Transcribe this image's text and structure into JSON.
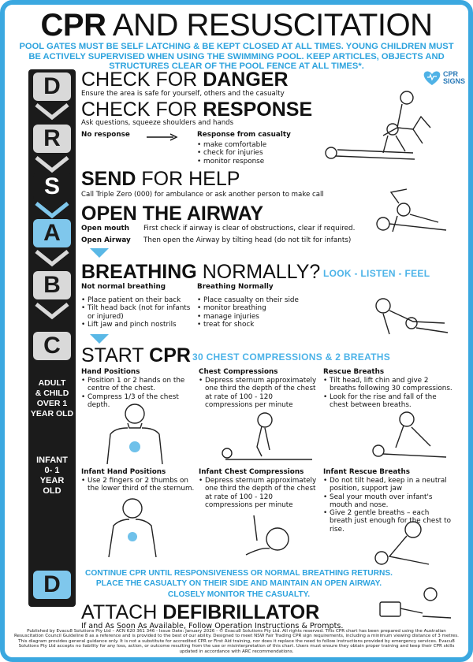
{
  "title": {
    "bold": "CPR",
    "rest": " AND RESUSCITATION"
  },
  "notice": "POOL GATES MUST BE SELF LATCHING & BE KEPT CLOSED AT ALL TIMES. YOUNG CHILDREN MUST BE ACTIVELY SUPERVISED WHEN USING THE SWIMMING POOL. KEEP ARTICLES, OBJECTS AND STRUCTURES CLEAR OF THE POOL FENCE AT ALL TIMES*.",
  "logo": {
    "line1": "CPR",
    "line2": "SIGNS"
  },
  "sidebar": {
    "letters": [
      "D",
      "R",
      "S",
      "A",
      "B",
      "C",
      "D"
    ],
    "adult_band": [
      "ADULT",
      "& CHILD",
      "OVER 1",
      "YEAR OLD"
    ],
    "infant_band": [
      "INFANT",
      "0- 1",
      "YEAR",
      "OLD"
    ]
  },
  "danger": {
    "light": "CHECK FOR ",
    "bold": "DANGER",
    "sub": "Ensure the area is safe for yourself, others and the casualty"
  },
  "response": {
    "light": "CHECK FOR ",
    "bold": "RESPONSE",
    "sub": "Ask questions, squeeze shoulders and hands",
    "no_label": "No response",
    "yes_label": "Response from casualty",
    "yes_items": [
      "make comfortable",
      "check for injuries",
      "monitor response"
    ]
  },
  "send": {
    "bold": "SEND",
    "light": " FOR HELP",
    "sub": "Call Triple Zero (000) for ambulance or ask another person to make call"
  },
  "airway": {
    "title": "OPEN THE AIRWAY",
    "rows": [
      {
        "label": "Open mouth",
        "text": "First check if airway is clear of obstructions, clear if required."
      },
      {
        "label": "Open Airway",
        "text": "Then open the Airway by tilting head (do not tilt for infants)"
      }
    ]
  },
  "breathing": {
    "bold": "BREATHING",
    "light": " NORMALLY?",
    "tag": "LOOK - LISTEN - FEEL",
    "not_label": "Not normal breathing",
    "not_items": [
      "Place patient on their back",
      "Tilt head back (not for infants or injured)",
      "Lift jaw and pinch nostrils"
    ],
    "norm_label": "Breathing Normally",
    "norm_items": [
      "Place casualty on their side",
      "monitor breathing",
      "manage injuries",
      "treat for shock"
    ]
  },
  "cpr": {
    "light": "START ",
    "bold": "CPR",
    "tag": "30 CHEST COMPRESSIONS & 2 BREATHS",
    "adult": [
      {
        "label": "Hand Positions",
        "items": [
          "Position 1 or 2 hands on the centre of the chest.",
          "Compress 1/3 of the chest depth."
        ]
      },
      {
        "label": "Chest Compressions",
        "items": [
          "Depress sternum approximately one third the depth of the chest at rate of 100 - 120 compressions per minute"
        ]
      },
      {
        "label": "Rescue Breaths",
        "items": [
          "Tilt head, lift chin and give 2 breaths following 30 compressions.",
          "Look for the rise and fall of the chest between breaths."
        ]
      }
    ],
    "infant": [
      {
        "label": "Infant Hand Positions",
        "items": [
          "Use 2 fingers or 2 thumbs on the lower third of the sternum."
        ]
      },
      {
        "label": "Infant Chest Compressions",
        "items": [
          "Depress sternum approximately one third the depth of the chest at rate of 100 - 120 compressions per minute"
        ]
      },
      {
        "label": "Infant Rescue Breaths",
        "items": [
          "Do not tilt head, keep in a neutral position, support jaw",
          "Seal your mouth over infant's mouth and nose.",
          "Give 2 gentle breaths – each breath just enough for the chest to rise."
        ]
      }
    ]
  },
  "continue_text": "CONTINUE CPR UNTIL RESPONSIVENESS OR NORMAL BREATHING RETURNS. PLACE THE CASUALTY ON THEIR SIDE AND MAINTAIN AN OPEN AIRWAY. CLOSELY MONITOR THE CASUALTY.",
  "defib": {
    "light": "ATTACH ",
    "bold": "DEFIBRILLATOR",
    "sub": "If and As Soon As Available, Follow Operation Instructions & Prompts."
  },
  "fine_print": "Published by Evacu8 Solutions Pty Ltd – ACN 620 361 346 - Issue Date: January 2026 - © Evacu8 Solutions Pty Ltd. All rights reserved. This CPR chart has been prepared using the Australian Resuscitation Council Guideline 8 as a reference and is provided to the best of our ability. Designed to meet NSW Fair Trading CPR sign requirements, including a minimum viewing distance of 3 metres. This diagram provides general guidance only. It is not a substitute for accredited CPR or First Aid training, nor does it replace the need to follow instructions provided by emergency services. Evacu8 Solutions Pty Ltd accepts no liability for any loss, action, or outcome resulting from the use or misinterpretation of this chart. Users must ensure they obtain proper training and keep their CPR skills updated in accordance with ARC recommendations."
}
